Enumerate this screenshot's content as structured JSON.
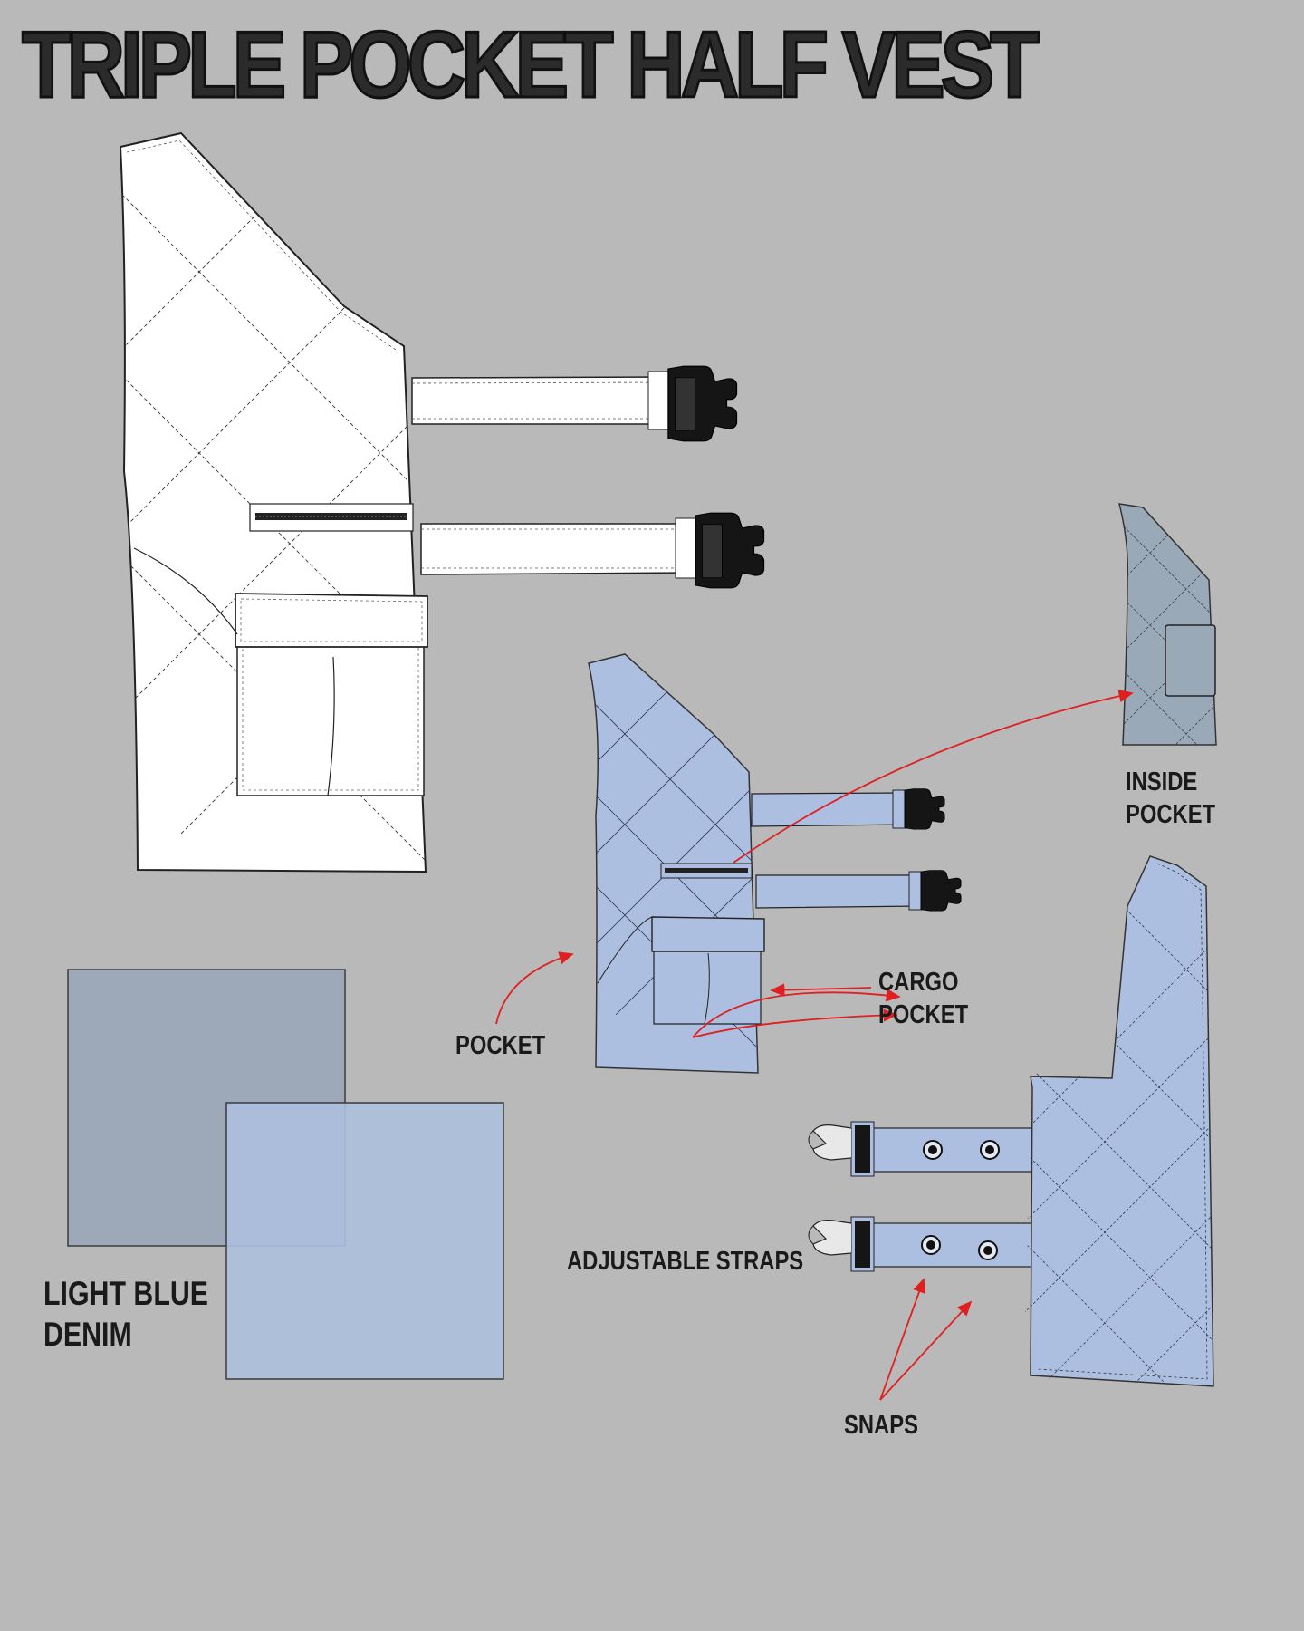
{
  "title": "TRIPLE POCKET HALF VEST",
  "labels": {
    "inside_pocket_1": "INSIDE",
    "inside_pocket_2": "POCKET",
    "cargo_pocket_1": "CARGO",
    "cargo_pocket_2": "POCKET",
    "pocket": "POCKET",
    "adjustable_straps": "ADJUSTABLE STRAPS",
    "snaps": "SNAPS",
    "fabric_1": "LIGHT BLUE",
    "fabric_2": "DENIM"
  },
  "colors": {
    "background": "#b9b9b9",
    "vest_white": "#ffffff",
    "vest_light_blue": "#adbfe0",
    "vest_inside_gray_blue": "#9aa9b8",
    "swatch_gray_blue": "#9da9b8",
    "swatch_light_blue": "#adbfdc",
    "arrow_red": "#e02020",
    "title_dash_red": "#e8262a",
    "buckle_black": "#151515"
  },
  "icons": {
    "buckle": "side-release-buckle-icon",
    "snap": "snap-button-icon",
    "zipper": "zipper-icon",
    "arrow": "red-arrow-icon"
  }
}
